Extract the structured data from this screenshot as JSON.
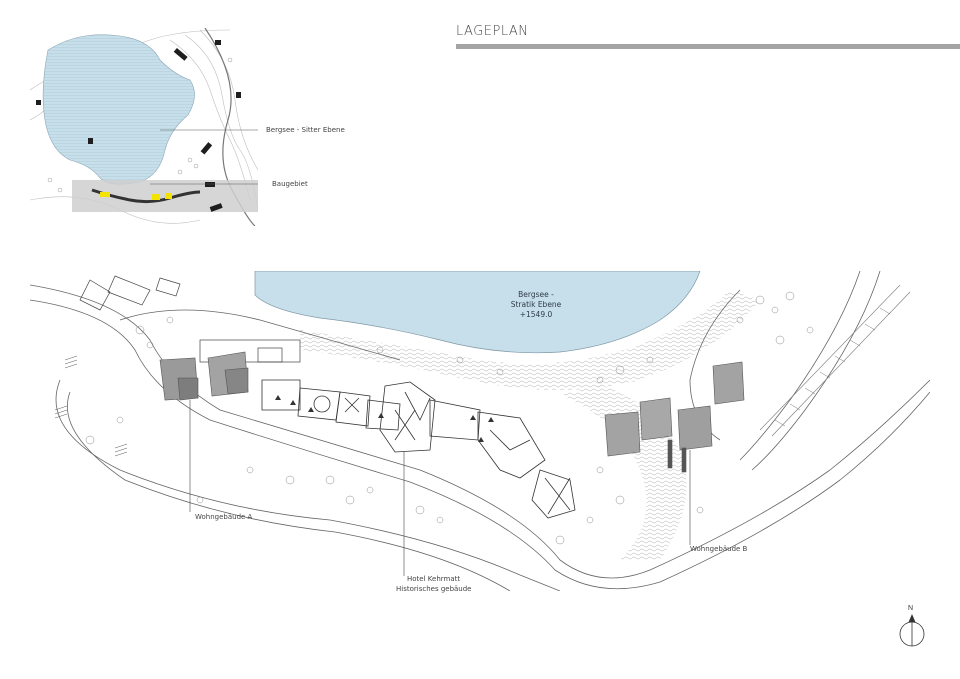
{
  "title": "LAGEPLAN",
  "overview_labels": {
    "lake": "Bergsee - Sitter Ebene",
    "site": "Baugebiet"
  },
  "main_plan": {
    "lake_name": "Bergsee -",
    "lake_sub": "Stratik Ebene",
    "lake_elevation": "+1549.0",
    "labels": {
      "residential_a": "Wohngebäude A",
      "residential_b": "Wohngebäude B",
      "hotel": "Hotel Kehrmatt",
      "hotel_sub": "Historisches gebäude"
    }
  },
  "north_arrow": "N",
  "colors": {
    "water": "#c7dfea",
    "site_highlight": "#cfcfcf",
    "buildings": "#9a9a9a",
    "accent_yellow": "#f2e300"
  }
}
